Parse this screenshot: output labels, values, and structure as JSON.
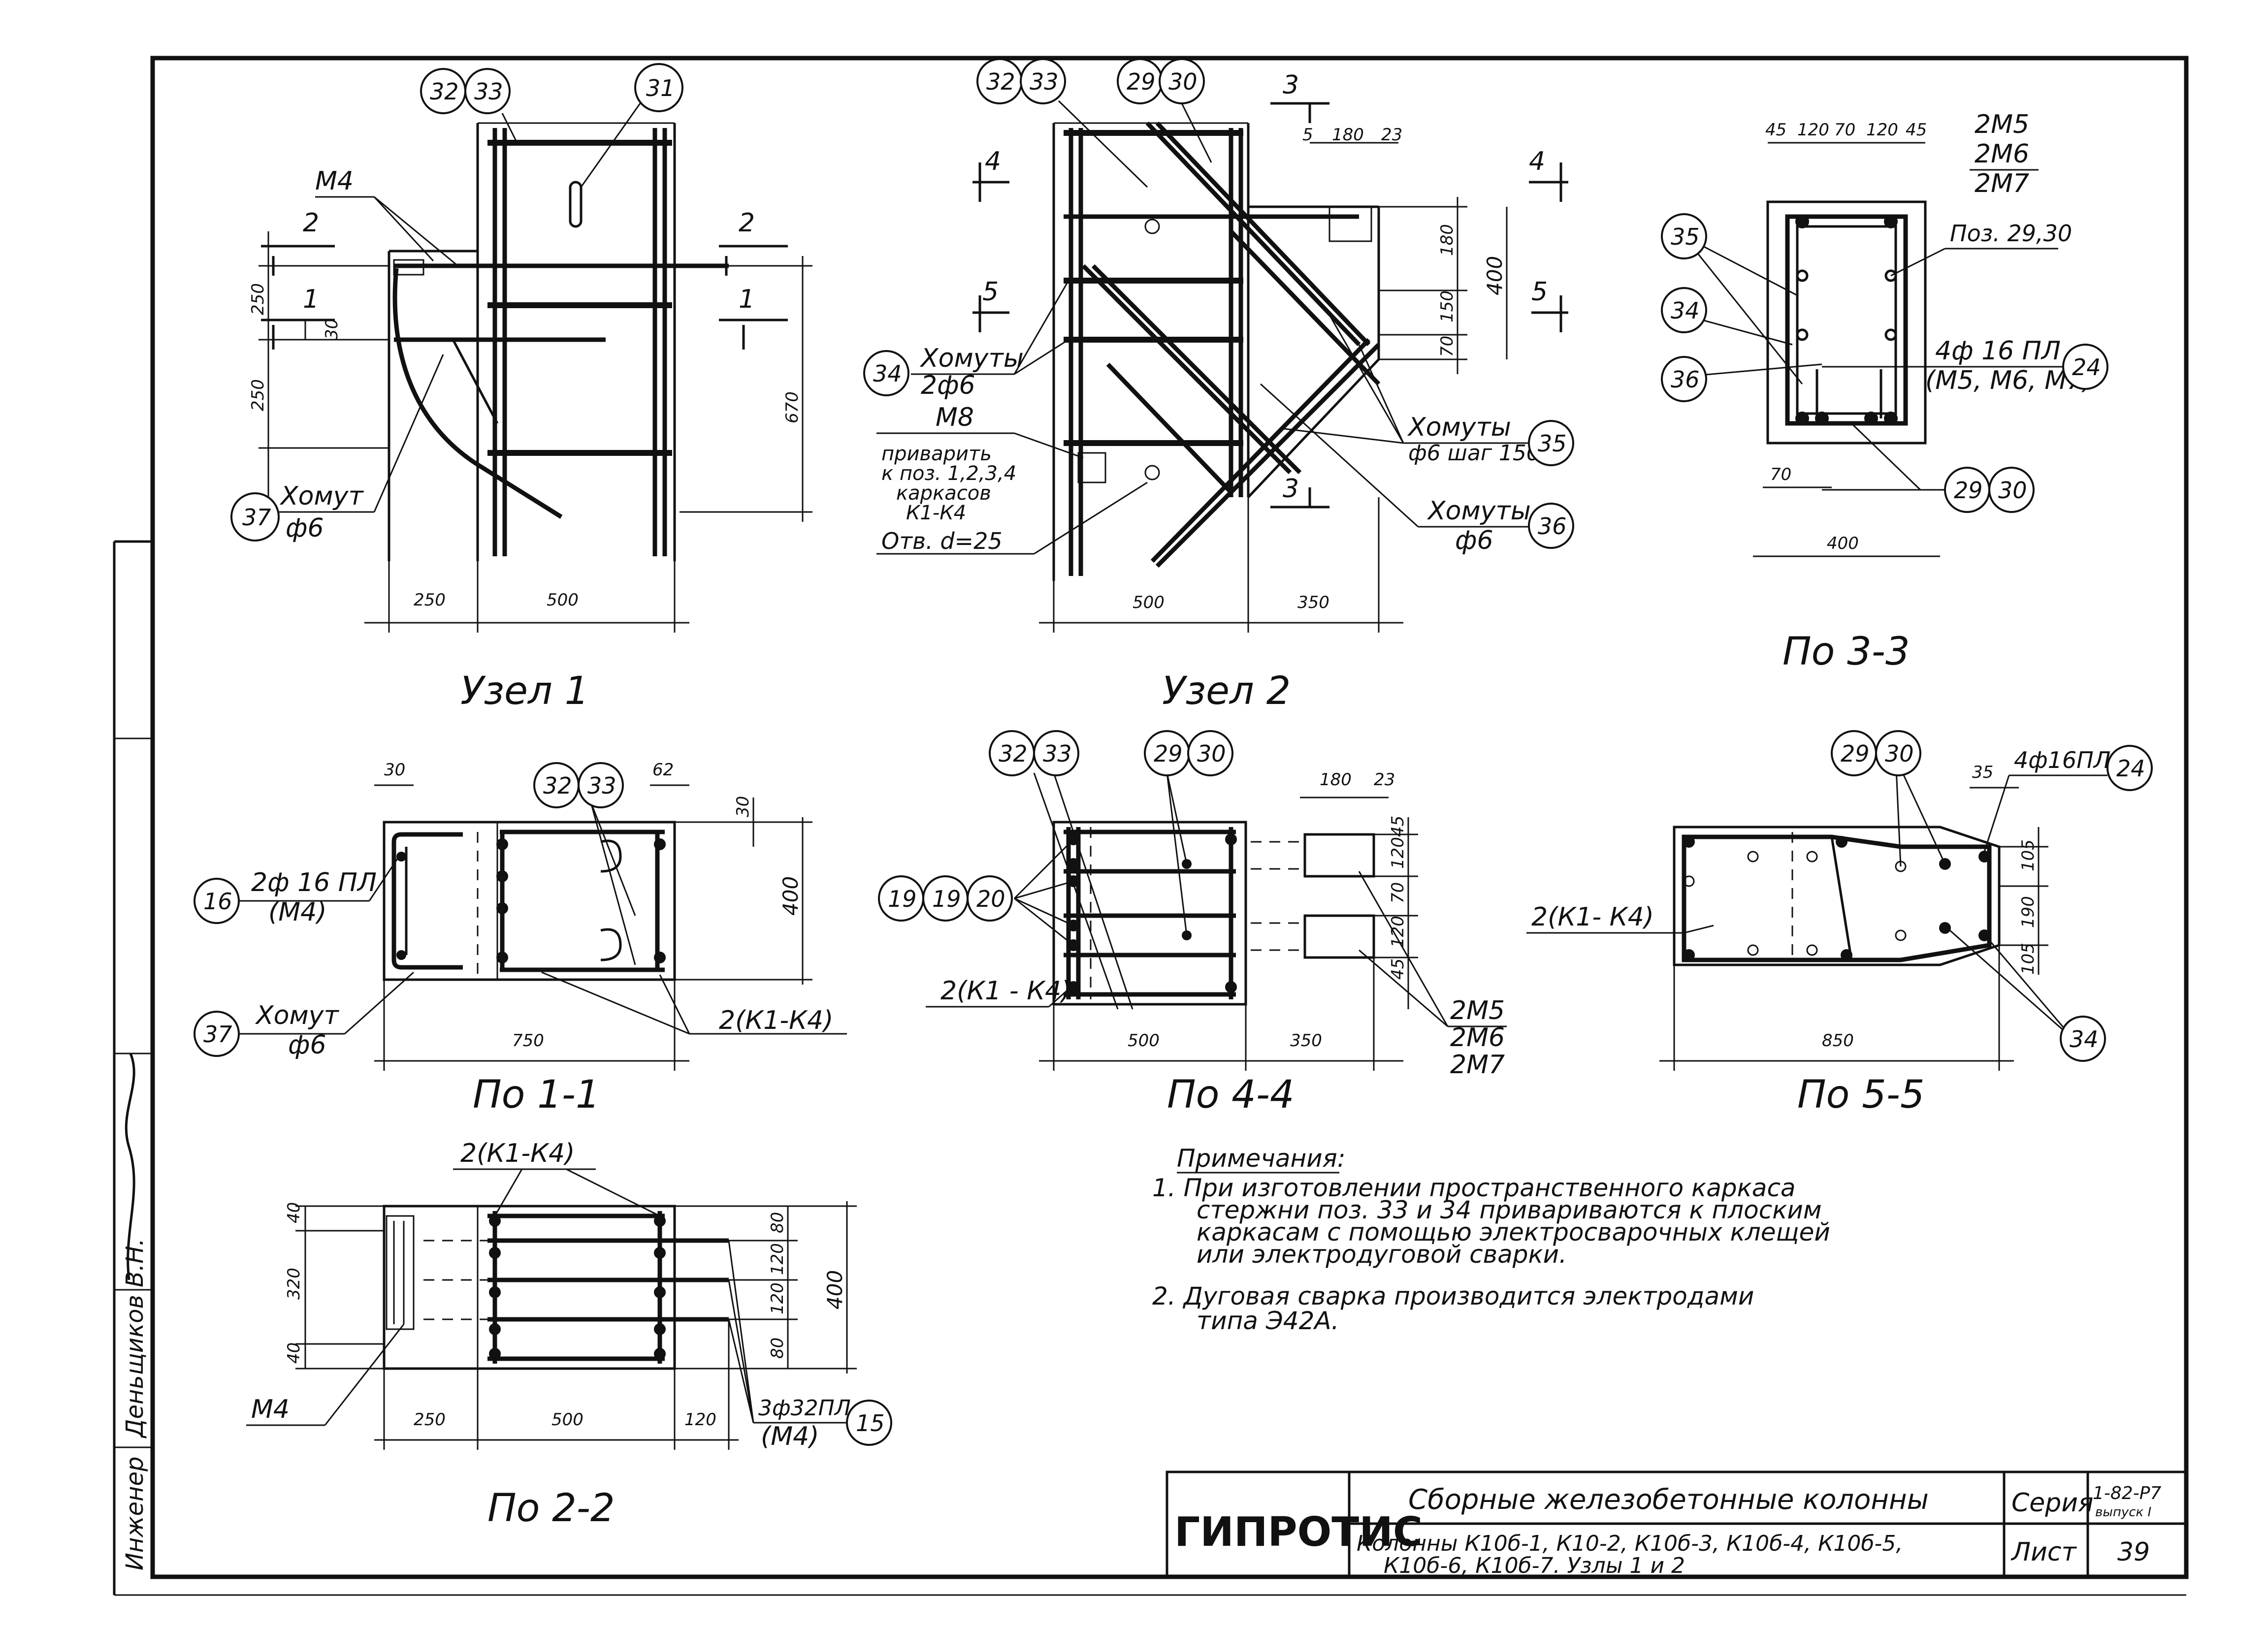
{
  "frame": {
    "side_stamp": {
      "role": "Инженер",
      "name": "Деньщиков В.Н."
    }
  },
  "views": {
    "uzel1": {
      "caption": "Узел 1",
      "balloons": [
        "32",
        "33",
        "31",
        "37"
      ],
      "labels": {
        "m4": "М4",
        "khomut": "Хомут",
        "khomut_dia": "ф6"
      },
      "section_marks": [
        "2",
        "1",
        "2",
        "1"
      ],
      "dims": {
        "d250a": "250",
        "d30": "30",
        "d250b": "250",
        "d670": "670",
        "d250c": "250",
        "d500": "500"
      }
    },
    "uzel2": {
      "caption": "Узел 2",
      "balloons": [
        "32",
        "33",
        "29",
        "30",
        "34",
        "35",
        "36"
      ],
      "labels": {
        "khomuty34": "Хомуты",
        "khomuty34_spec": "2ф6",
        "m8": "М8",
        "privarit1": "приварить",
        "privarit2": "к поз. 1,2,3,4",
        "privarit3": "каркасов",
        "privarit4": "К1-К4",
        "otv": "Отв. d=25",
        "khomuty35": "Хомуты",
        "khomuty35_spec": "ф6 шаг 150",
        "khomuty36": "Хомуты",
        "khomuty36_spec": "ф6"
      },
      "section_marks": [
        "3",
        "4",
        "5",
        "4",
        "5",
        "3"
      ],
      "dims": {
        "d5": "5",
        "d180": "180",
        "d23": "23",
        "d180v": "180",
        "d150": "150",
        "d70": "70",
        "d400": "400",
        "d500": "500",
        "d350": "350"
      }
    },
    "po33": {
      "caption": "По 3-3",
      "balloons": [
        "35",
        "34",
        "36",
        "24",
        "29",
        "30"
      ],
      "labels": {
        "m5": "2М5",
        "m6": "2М6",
        "m7": "2М7",
        "poz": "Поз. 29,30",
        "spec": "4ф 16 ПЛ",
        "spec2": "(М5, М6, М7)"
      },
      "dims": {
        "t45a": "45",
        "t120a": "120",
        "t70": "70",
        "t120b": "120",
        "t45b": "45",
        "d70": "70",
        "d400": "400"
      }
    },
    "po11": {
      "caption": "По 1-1",
      "balloons": [
        "32",
        "33",
        "16",
        "37"
      ],
      "labels": {
        "spec": "2ф 16 ПЛ",
        "spec2": "(М4)",
        "khomut": "Хомут",
        "khomut_dia": "ф6",
        "k": "2(К1-К4)"
      },
      "dims": {
        "d30": "30",
        "d62": "62",
        "d30v": "30",
        "d400": "400",
        "d750": "750"
      }
    },
    "po44": {
      "caption": "По 4-4",
      "balloons": [
        "32",
        "33",
        "29",
        "30",
        "19",
        "19",
        "20"
      ],
      "labels": {
        "k": "2(К1 - К4)",
        "m5": "2М5",
        "m6": "2М6",
        "m7": "2М7"
      },
      "dims": {
        "d180": "180",
        "d23": "23",
        "d45a": "45",
        "d120": "120",
        "d70": "70",
        "d120b": "120",
        "d45b": "45",
        "d500": "500",
        "d350": "350"
      }
    },
    "po55": {
      "caption": "По 5-5",
      "balloons": [
        "29",
        "30",
        "24",
        "34"
      ],
      "labels": {
        "spec": "4ф16ПЛ",
        "k": "2(К1- К4)"
      },
      "dims": {
        "d35": "35",
        "d105a": "105",
        "d190": "190",
        "d105b": "105",
        "d850": "850"
      }
    },
    "po22": {
      "caption": "По 2-2",
      "balloons": [
        "15"
      ],
      "labels": {
        "k": "2(К1-К4)",
        "m4": "М4",
        "spec": "3ф32ПЛ",
        "spec2": "(М4)"
      },
      "dims": {
        "d40a": "40",
        "d320": "320",
        "d40b": "40",
        "d80a": "80",
        "d120a": "120",
        "d120b": "120",
        "d80b": "80",
        "d400": "400",
        "d250": "250",
        "d500": "500",
        "d120": "120"
      }
    }
  },
  "notes": {
    "heading": "Примечания:",
    "n1": [
      "1. При изготовлении пространственного каркаса",
      "стержни поз. 33 и 34 привариваются к плоским",
      "каркасам с помощью электросварочных клещей",
      "или электродуговой сварки."
    ],
    "n2": [
      "2. Дуговая сварка производится электродами",
      "типа Э42А."
    ]
  },
  "title_block": {
    "org": "ГИПРОТИС",
    "title": "Сборные железобетонные колонны",
    "desc1": "Колонны К10б-1, К10-2, К10б-3, К10б-4, К10б-5,",
    "desc2": "К10б-6, К10б-7. Узлы 1 и 2",
    "series_label": "Серия",
    "series_value": "1-82-Р7",
    "series_issue": "выпуск I",
    "sheet_label": "Лист",
    "sheet_value": "39"
  }
}
